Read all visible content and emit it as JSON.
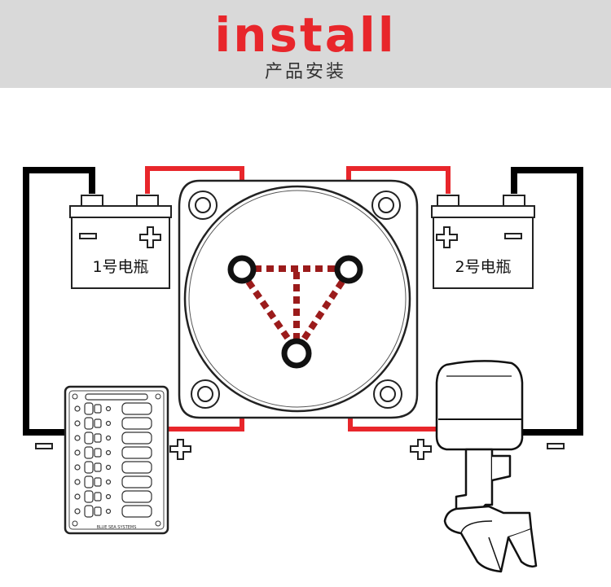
{
  "header": {
    "title": "install",
    "subtitle": "产品安装"
  },
  "diagram": {
    "battery1_label": "1号电瓶",
    "battery2_label": "2号电瓶",
    "panel_brand": "BLUE SEA SYSTEMS"
  },
  "colors": {
    "accent": "#e8262b",
    "header_bg": "#d9d9d9",
    "jumper": "#9b1b1b"
  }
}
